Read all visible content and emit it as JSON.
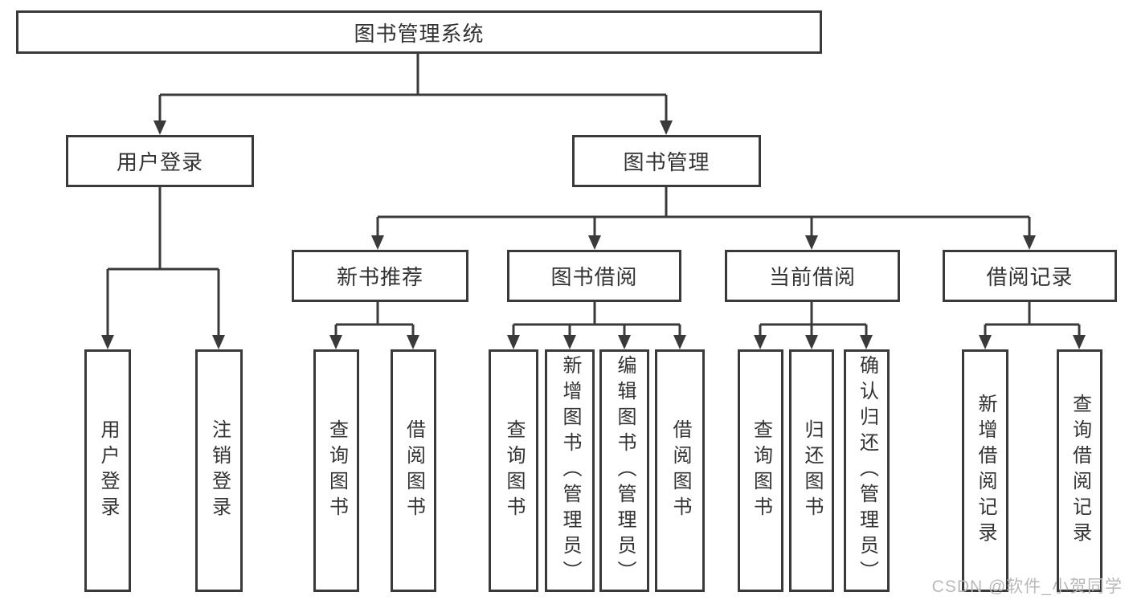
{
  "diagram": {
    "root": {
      "label": "图书管理系统"
    },
    "level1": [
      {
        "label": "用户登录"
      },
      {
        "label": "图书管理"
      }
    ],
    "level2": [
      {
        "label": "新书推荐"
      },
      {
        "label": "图书借阅"
      },
      {
        "label": "当前借阅"
      },
      {
        "label": "借阅记录"
      }
    ],
    "leaves": {
      "login": [
        "用户登录",
        "注销登录"
      ],
      "recommend": [
        "查询图书",
        "借阅图书"
      ],
      "borrow": [
        "查询图书",
        "新增图书（管理员）",
        "编辑图书（管理员）",
        "借阅图书"
      ],
      "current": [
        "查询图书",
        "归还图书",
        "确认归还（管理员）"
      ],
      "records": [
        "新增借阅记录",
        "查询借阅记录"
      ]
    }
  },
  "watermark": {
    "text": "CSDN @软件_小贺同学"
  },
  "colors": {
    "line": "#3a3a3a",
    "text": "#333333",
    "watermark": "#b9b9b9",
    "background": "#ffffff"
  }
}
